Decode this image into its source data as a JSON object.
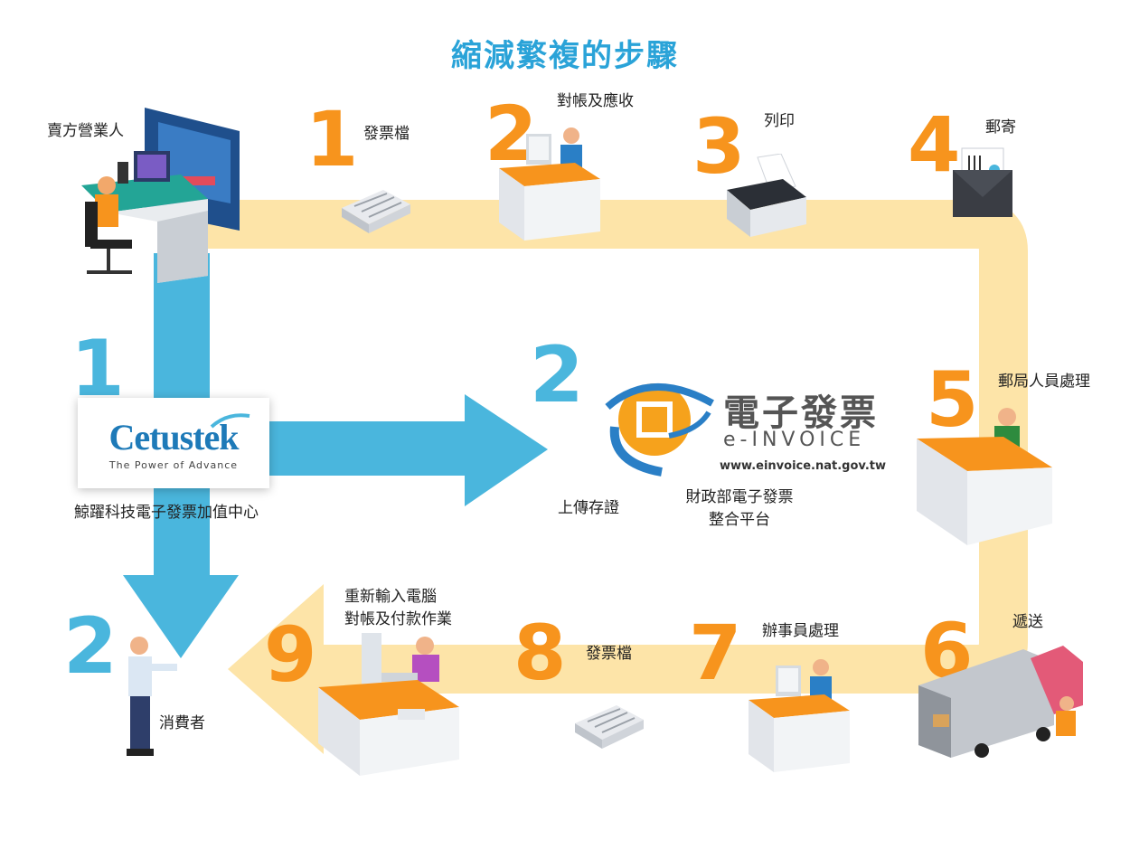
{
  "title": "縮減繁複的步驟",
  "colors": {
    "title": "#2aa3d8",
    "orange": "#f7941d",
    "blue": "#4ab6dd",
    "track": "#fde4a8"
  },
  "left_flow": {
    "steps": [
      {
        "number": "1",
        "label": "鯨躍科技電子發票加值中心"
      },
      {
        "number": "2",
        "label": "上傳存證"
      },
      {
        "number": "2",
        "label": "消費者"
      }
    ],
    "seller_label": "賣方營業人",
    "cetustek": {
      "name": "Cetustek",
      "tagline": "The Power of Advance"
    },
    "platform": {
      "cn": "電子發票",
      "en": "e-INVOICE",
      "url": "www.einvoice.nat.gov.tw",
      "label_line1": "財政部電子發票",
      "label_line2": "整合平台"
    }
  },
  "paper_flow": {
    "steps": [
      {
        "number": "1",
        "label": "發票檔",
        "icon": "invoice-stack-icon"
      },
      {
        "number": "2",
        "label": "對帳及應收",
        "icon": "clerk-desk-icon"
      },
      {
        "number": "3",
        "label": "列印",
        "icon": "printer-icon"
      },
      {
        "number": "4",
        "label": "郵寄",
        "icon": "mail-envelope-icon"
      },
      {
        "number": "5",
        "label": "郵局人員處理",
        "icon": "post-office-counter-icon"
      },
      {
        "number": "6",
        "label": "遞送",
        "icon": "delivery-truck-icon"
      },
      {
        "number": "7",
        "label": "辦事員處理",
        "icon": "clerk-desk-icon"
      },
      {
        "number": "8",
        "label": "發票檔",
        "icon": "invoice-stack-icon"
      },
      {
        "number": "9",
        "label_line1": "重新輸入電腦",
        "label_line2": "對帳及付款作業",
        "icon": "computer-desk-icon"
      }
    ]
  }
}
